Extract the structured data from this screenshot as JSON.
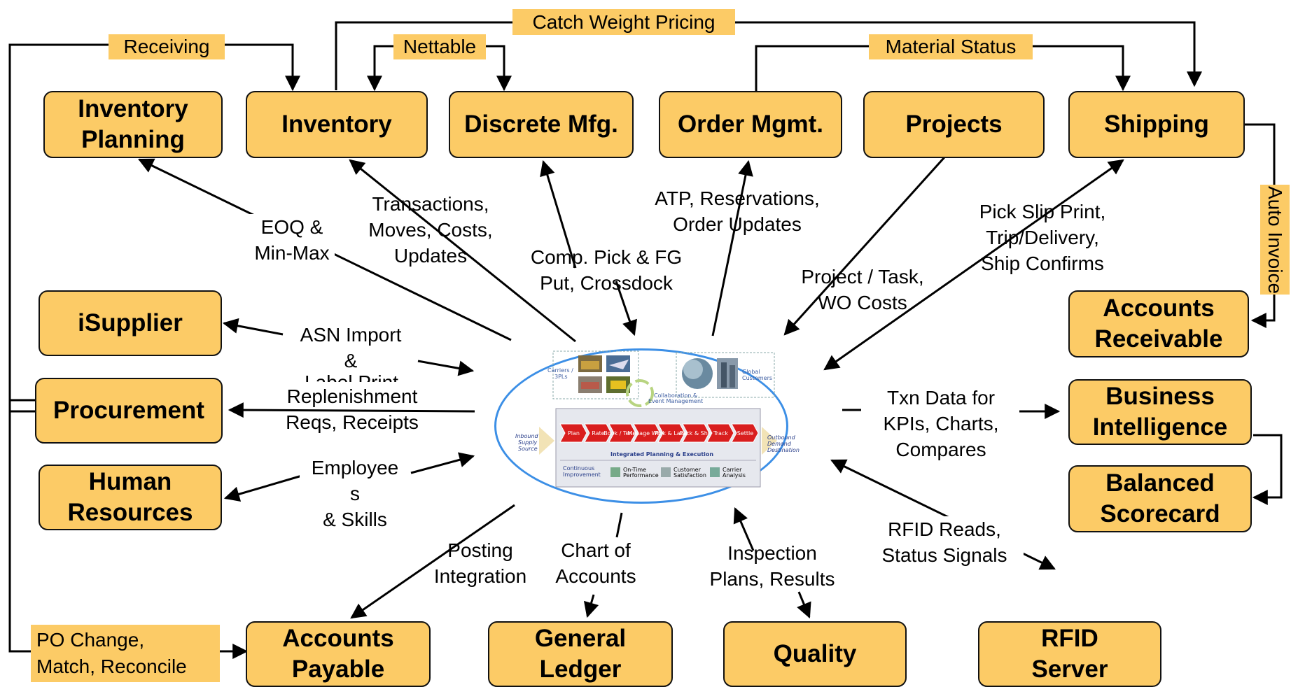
{
  "modules": {
    "inventory_planning": "Inventory\nPlanning",
    "inventory": "Inventory",
    "discrete_mfg": "Discrete Mfg.",
    "order_mgmt": "Order Mgmt.",
    "projects": "Projects",
    "shipping": "Shipping",
    "isupplier": "iSupplier",
    "procurement": "Procurement",
    "human_resources": "Human\nResources",
    "accounts_receivable": "Accounts\nReceivable",
    "business_intelligence": "Business\nIntelligence",
    "balanced_scorecard": "Balanced\nScorecard",
    "accounts_payable": "Accounts\nPayable",
    "general_ledger": "General\nLedger",
    "quality": "Quality",
    "rfid_server": "RFID\nServer"
  },
  "tags": {
    "catch_weight": "Catch Weight Pricing",
    "receiving": "Receiving",
    "nettable": "Nettable",
    "material_status": "Material Status",
    "auto_invoice": "Auto Invoice",
    "po_change": "PO Change,\nMatch, Reconcile"
  },
  "flows": {
    "eoq": "EOQ &\nMin-Max",
    "transactions": "Transactions,\nMoves, Costs,\nUpdates",
    "comp_pick": "Comp. Pick & FG\nPut, Crossdock",
    "atp": "ATP, Reservations,\nOrder Updates",
    "project_task": "Project / Task,\nWO Costs",
    "pick_slip": "Pick Slip Print,\nTrip/Delivery,\nShip Confirms",
    "asn_import": "ASN Import\n&",
    "label_print": "Label Print",
    "replenishment": "Replenishment\nReqs, Receipts",
    "employees": "Employee\ns\n& Skills",
    "txn_data": "Txn Data for\nKPIs, Charts,\nCompares",
    "rfid_reads": "RFID Reads,\nStatus Signals",
    "posting": "Posting\nIntegration",
    "chart_accounts": "Chart of\nAccounts",
    "inspection": "Inspection\nPlans, Results"
  },
  "hub": {
    "carriers": "Carriers /\n3PLs",
    "global_customers": "Global\nCustomers",
    "collaboration": "Collaboration &\nEvent Management",
    "inbound": "Inbound\nSupply\nSource",
    "outbound": "Outbound\nDemand\nDestination",
    "steps": [
      "Plan",
      "Rate",
      "Book / Tender",
      "Manage Whse",
      "Pick & Label",
      "Pack & Ship",
      "Track",
      "Settle"
    ],
    "integrated": "Integrated Planning & Execution",
    "continuous": "Continuous\nImprovement",
    "on_time": "On-Time\nPerformance",
    "customer_sat": "Customer\nSatisfaction",
    "carrier_analysis": "Carrier\nAnalysis"
  },
  "colors": {
    "box_fill": "#FCCB66",
    "box_border": "#111111",
    "hub_ring": "#3C8FE6",
    "step_red": "#D91E1E"
  }
}
